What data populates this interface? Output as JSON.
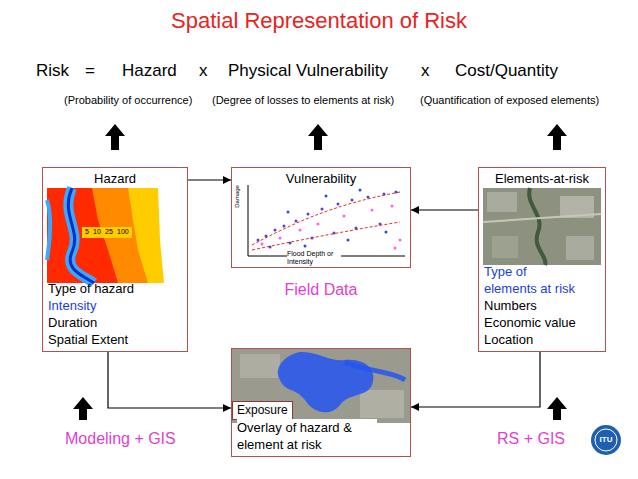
{
  "diagram": {
    "title": "Spatial Representation of Risk",
    "nodes": [
      {
        "text": [
          "Hazard",
          "Type of hazard",
          "Intensity",
          "Duration",
          "Spatial Extent"
        ]
      },
      {
        "text": [
          "Vulnerability"
        ]
      },
      {
        "text": [
          "Elements-at-risk",
          "Type of elements at risk",
          "Numbers",
          "Economic value",
          "Location"
        ]
      },
      {
        "text": [
          "Exposure",
          "Overlay of hazard & element at risk"
        ]
      }
    ],
    "edges": [
      {
        "from": 0,
        "to": 3,
        "arrow": "to"
      },
      {
        "from": 2,
        "to": 3,
        "arrow": "to"
      },
      {
        "from": 2,
        "to": 1,
        "arrow": "to"
      },
      {
        "from": 0,
        "to": 1,
        "arrow": "to"
      }
    ],
    "labels": [
      "Risk",
      "=",
      "Hazard",
      "x",
      "Physical Vulnerability",
      "x",
      "Cost/Quantity",
      "(Probability of occurrence)",
      "(Degree of losses to elements at risk)",
      "(Quantification of exposed elements)",
      "5",
      "10",
      "25",
      "100",
      "Damage",
      "Flood Depth or Intensity",
      "Field Data",
      "Modeling + GIS",
      "RS + GIS",
      "ITU"
    ]
  }
}
